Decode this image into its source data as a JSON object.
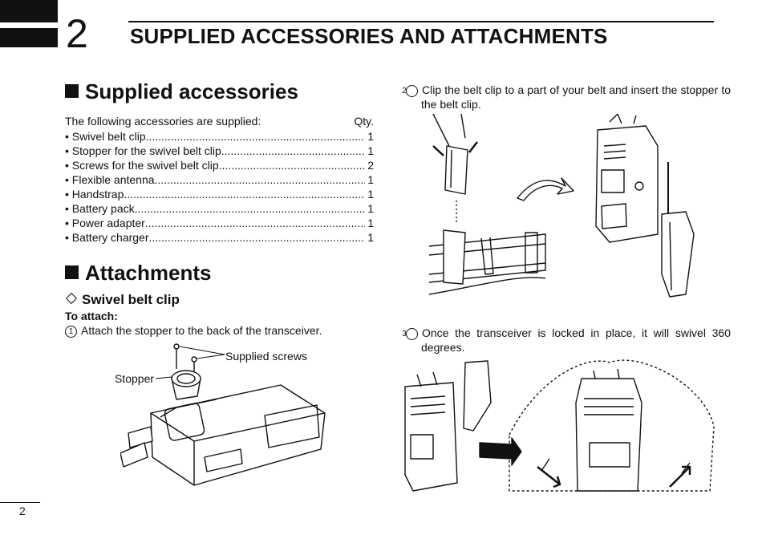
{
  "header": {
    "chapter_number": "2",
    "chapter_title": "SUPPLIED ACCESSORIES AND ATTACHMENTS"
  },
  "supplied": {
    "heading": "Supplied accessories",
    "intro": "The following accessories are supplied:",
    "qty_label": "Qty.",
    "items": [
      {
        "name": "• Swivel belt clip",
        "qty": "1"
      },
      {
        "name": "• Stopper for the swivel belt clip",
        "qty": "1"
      },
      {
        "name": "• Screws for the swivel belt clip",
        "qty": "2"
      },
      {
        "name": "• Flexible antenna",
        "qty": "1"
      },
      {
        "name": "• Handstrap",
        "qty": "1"
      },
      {
        "name": "• Battery pack",
        "qty": "1"
      },
      {
        "name": "• Power adapter",
        "qty": "1"
      },
      {
        "name": "• Battery charger",
        "qty": "1"
      }
    ]
  },
  "attachments": {
    "heading": "Attachments",
    "subheading": "Swivel belt clip",
    "to_attach": "To attach:",
    "step1_num": "1",
    "step1": "Attach the stopper to the back of the transceiver.",
    "label_supplied_screws": "Supplied screws",
    "label_stopper": "Stopper",
    "step2_num": "2",
    "step2": "Clip the belt clip to a part of your belt and insert the stopper to the belt clip.",
    "step3_num": "3",
    "step3": "Once the transceiver is locked in place, it will swivel 360 degrees."
  },
  "footer": {
    "page_number": "2"
  }
}
